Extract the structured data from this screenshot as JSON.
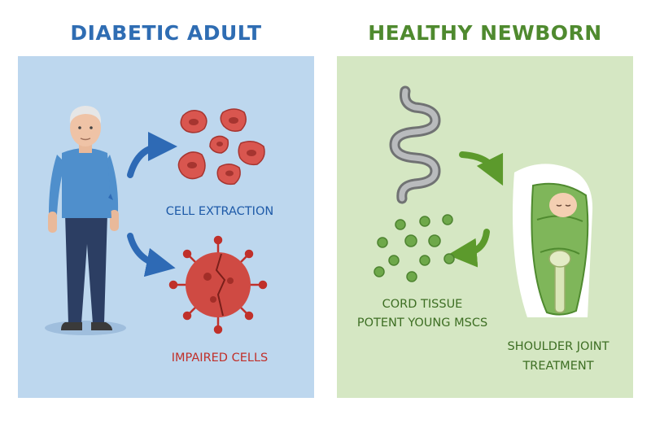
{
  "titles": {
    "left": "DIABETIC ADULT",
    "right": "HEALTHY NEWBORN"
  },
  "labels": {
    "cell_extraction": "CELL EXTRACTION",
    "impaired_cells": "IMPAIRED CELLS",
    "cord_tissue": "CORD TISSUE",
    "potent_mscs": "POTENT YOUNG MSCS",
    "shoulder_joint": "SHOULDER JOINT",
    "treatment": "TREATMENT"
  },
  "colors": {
    "left_title": "#2f6db3",
    "right_title": "#4f8a2f",
    "left_panel": "#bdd7ee",
    "right_panel": "#d5e7c3",
    "impaired": "#c0302a",
    "arrow_blue": "#2e6ab5",
    "arrow_green": "#5c9a2c"
  }
}
